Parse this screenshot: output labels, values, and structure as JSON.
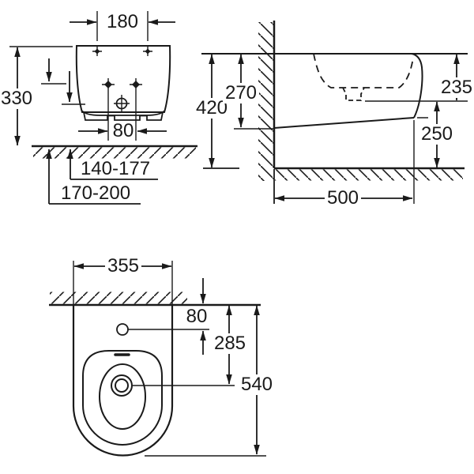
{
  "drawing": {
    "type": "technical-dimension-drawing",
    "subject": "wall-hung bidet",
    "colors": {
      "line": "#1a1a1a",
      "background": "#ffffff"
    },
    "views": {
      "front": {
        "dim_fixing_hole_spacing_top": "180",
        "dim_height_above_floor": "330",
        "dim_fixing_hole_spacing_bottom": "80",
        "dim_connection_range_upper": "140-177",
        "dim_connection_range_lower": "170-200"
      },
      "side": {
        "dim_overall_height": "420",
        "dim_back_height": "270",
        "dim_front_top_depth": "235",
        "dim_front_bottom_height": "250",
        "dim_projection_length": "500"
      },
      "plan": {
        "dim_body_width": "355",
        "dim_tap_hole_offset": "80",
        "dim_spray_center_offset": "285",
        "dim_overall_length": "540"
      }
    }
  }
}
